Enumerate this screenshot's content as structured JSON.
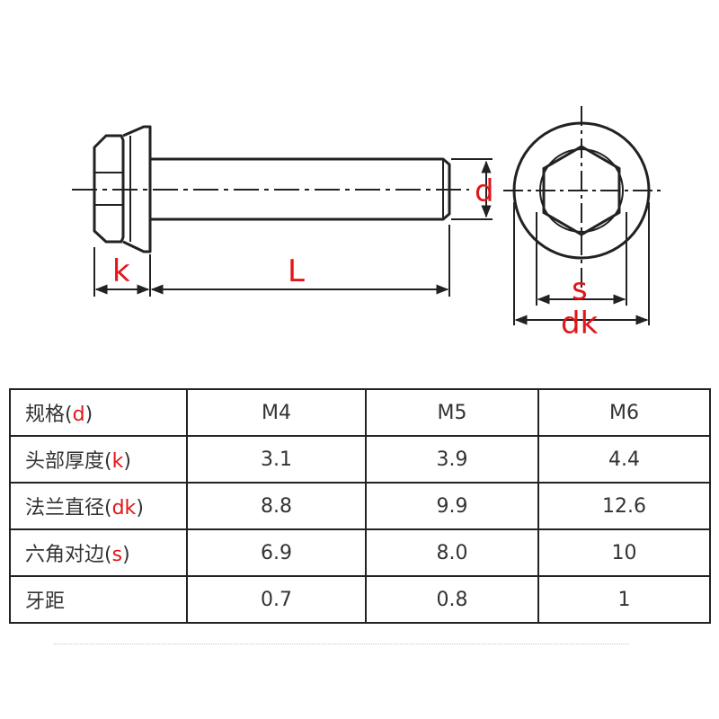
{
  "diagram": {
    "labels": {
      "k": "k",
      "L": "L",
      "d": "d",
      "s": "s",
      "dk": "dk"
    },
    "label_color": "#e0161b",
    "line_color": "#222222"
  },
  "table": {
    "headers": [
      "M4",
      "M5",
      "M6"
    ],
    "rows": [
      {
        "label": "规格(",
        "symbol": "d",
        "close": ")",
        "values": []
      },
      {
        "label": "头部厚度(",
        "symbol": "k",
        "close": ")",
        "values": [
          "3.1",
          "3.9",
          "4.4"
        ]
      },
      {
        "label": "法兰直径(",
        "symbol": "dk",
        "close": ")",
        "values": [
          "8.8",
          "9.9",
          "12.6"
        ]
      },
      {
        "label": "六角对边(",
        "symbol": "s",
        "close": ")",
        "values": [
          "6.9",
          "8.0",
          "10"
        ]
      },
      {
        "label": "牙距",
        "symbol": "",
        "close": "",
        "values": [
          "0.7",
          "0.8",
          "1"
        ]
      }
    ]
  }
}
